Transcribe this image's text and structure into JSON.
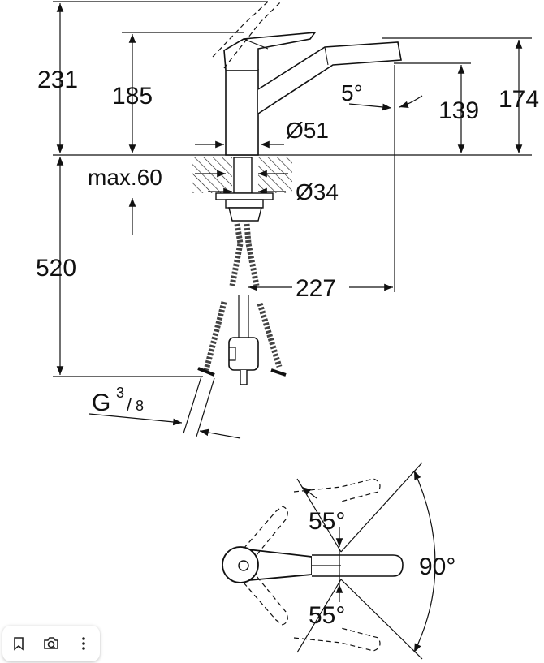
{
  "dimensions": {
    "total_height": "231",
    "lever_height": "185",
    "spout_height": "174",
    "outlet_height": "139",
    "spout_angle": "5°",
    "body_diameter": "Ø51",
    "max_thickness": "max.60",
    "hole_diameter": "Ø34",
    "hose_length": "520",
    "reach": "227",
    "thread_main": "G",
    "thread_num": "3",
    "thread_den": "8",
    "angle_upper": "55°",
    "angle_lower": "55°",
    "angle_total": "90°"
  },
  "toolbar": {
    "icons": [
      "bookmark-icon",
      "camera-search-icon",
      "more-vertical-icon"
    ]
  }
}
